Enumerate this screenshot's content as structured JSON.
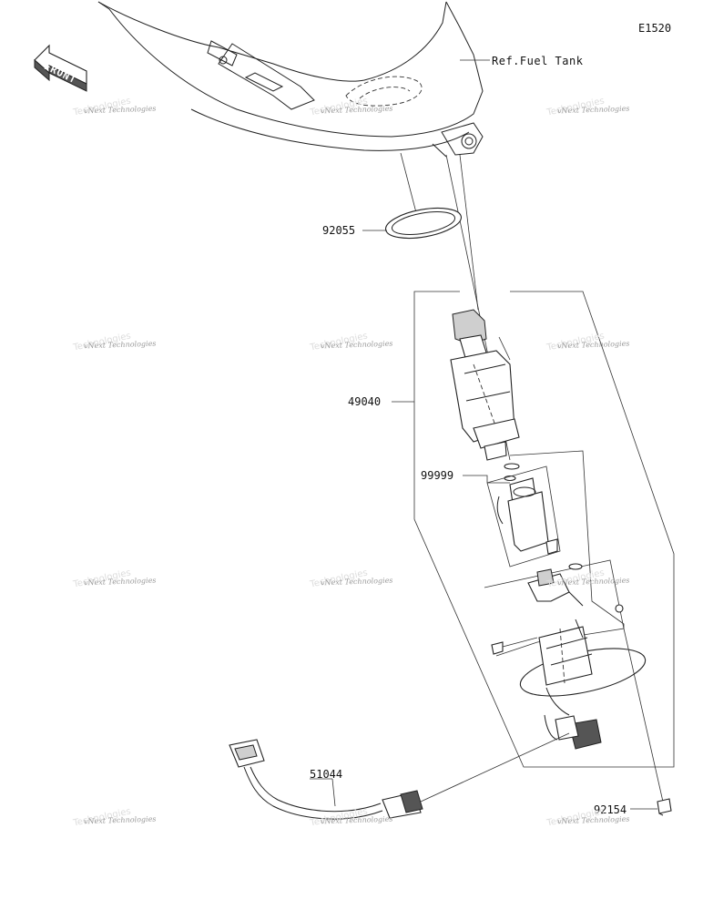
{
  "diagram_code": "E1520",
  "ref_label": "Ref.Fuel Tank",
  "front_badge": "FRONT",
  "parts": {
    "gasket": "92055",
    "fuel_pump_assy": "49040",
    "seal_kit": "99999",
    "lead_wire": "51044",
    "bolt": "92154"
  },
  "watermark": {
    "text": "vNext Technologies",
    "ghost": "Technologies"
  }
}
